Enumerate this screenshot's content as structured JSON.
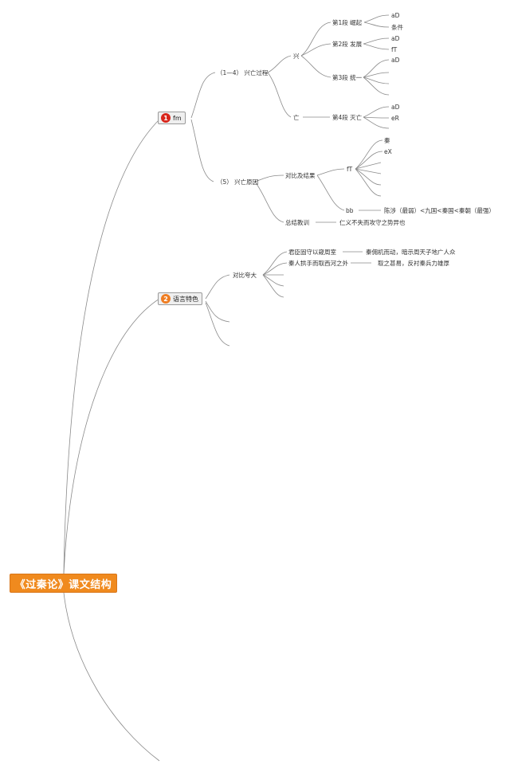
{
  "colors": {
    "root": "#f08a1e",
    "badge1": "#d8261c",
    "badge2": "#ef7d22",
    "line": "#8a8a8a"
  },
  "root": {
    "title": "《过秦论》课文结构"
  },
  "branch1": {
    "badge": "1",
    "label": "fm",
    "rise_fall": {
      "label": "（1—4） 兴亡过程",
      "rise": {
        "label": "兴",
        "para1": {
          "label": "第1段 崛起",
          "items": [
            "aD",
            "条件"
          ]
        },
        "para2": {
          "label": "第2段 发展",
          "items": [
            "aD",
            "fT"
          ]
        },
        "para3": {
          "label": "第3段 统一",
          "items": [
            "aD"
          ]
        }
      },
      "fall": {
        "label": "亡",
        "para4": {
          "label": "第4段 灭亡",
          "items": [
            "aD",
            "eR"
          ]
        }
      }
    },
    "reason": {
      "label": "（5） 兴亡原因",
      "contrast": {
        "label": "对比及结果",
        "ft": {
          "label": "fT",
          "items": [
            "秦",
            "eX"
          ]
        },
        "bb": {
          "label": "bb",
          "detail": "陈涉（最弱）<九国<秦国<秦朝（最强）"
        }
      },
      "lesson": {
        "label": "总结教训",
        "detail": "仁义不失而攻守之势异也"
      }
    }
  },
  "branch2": {
    "badge": "2",
    "label": "语言特色",
    "contrast": {
      "label": "对比夸大",
      "rows": [
        {
          "left": "君臣固守以窥周室",
          "right": "秦佣机而动，暗示周天子地广人众"
        },
        {
          "left": "秦人拱手而取西河之外",
          "right": "取之甚易，反衬秦兵力雄厚"
        }
      ]
    }
  }
}
